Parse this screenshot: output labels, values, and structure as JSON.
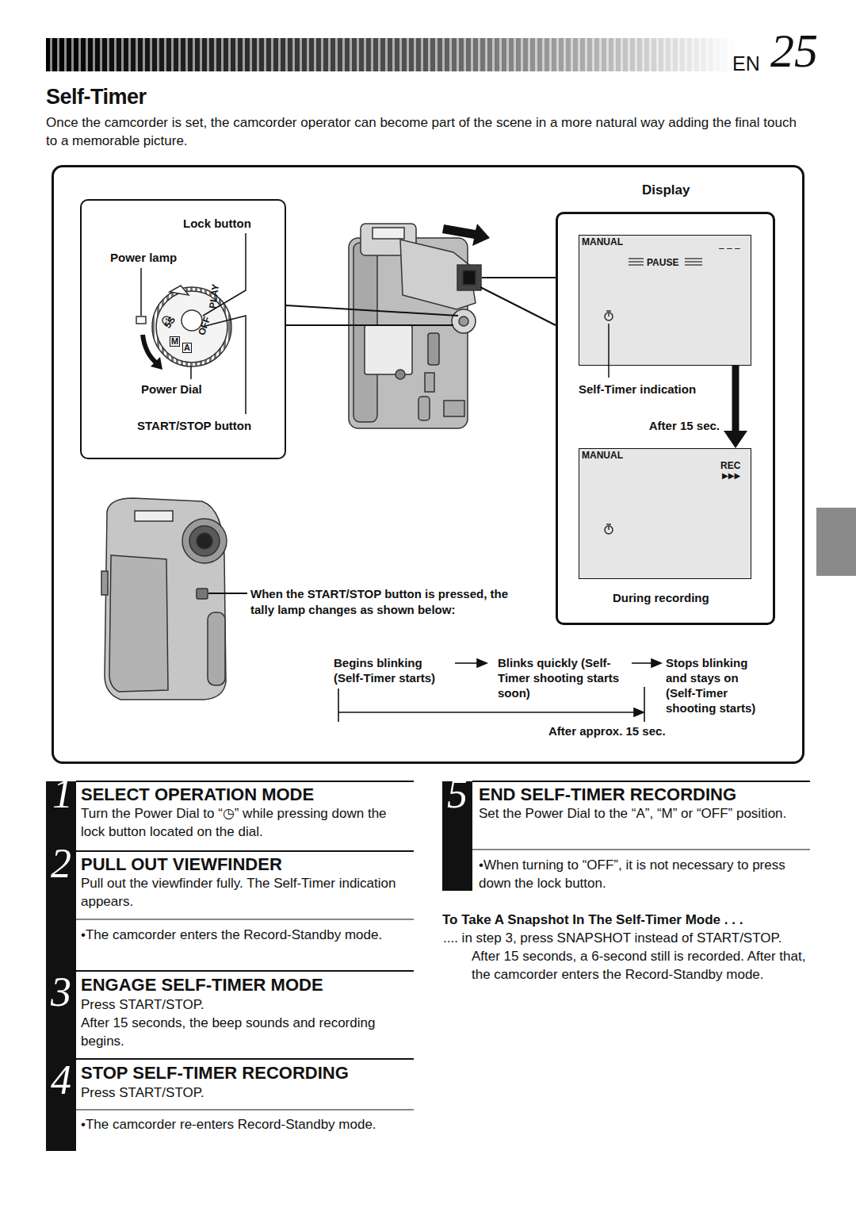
{
  "diagram": {
    "title": "Self-Timer",
    "nodes": [
      {
        "text": []
      },
      {
        "text": [
          "Lock button",
          "Power lamp",
          "Power Dial",
          "START/STOP button"
        ],
        "in": 0
      },
      {
        "text": [
          "Display"
        ],
        "in": 0
      },
      {
        "text": [
          "MANUAL",
          "PAUSE",
          "– – –"
        ],
        "in": 2
      },
      {
        "text": [
          "MANUAL",
          "REC",
          "▶▶▶"
        ],
        "in": 2
      }
    ],
    "edges": [
      {
        "from": 3,
        "to": 4,
        "arrow": "to",
        "label": "After 15 sec."
      }
    ],
    "labels": [
      "EN",
      "25",
      "Once the camcorder is set, the camcorder operator can become part of the scene in a more natural way adding the final touch to a memorable picture.",
      "5S",
      "M",
      "A",
      "OFF",
      "PLAY",
      "Self-Timer indication",
      "During recording",
      "When the START/STOP button is pressed, the tally lamp changes as shown below:",
      "Begins blinking (Self-Timer starts)",
      "Blinks quickly (Self-Timer shooting starts soon)",
      "Stops blinking and stays on (Self-Timer shooting starts)",
      "After approx. 15 sec.",
      "1",
      "SELECT OPERATION MODE",
      "Turn the Power Dial to “◷” while pressing down the lock button located on the dial.",
      "2",
      "PULL OUT VIEWFINDER",
      "Pull out the viewfinder fully. The Self-Timer indication appears.",
      "•The camcorder enters the Record-Standby mode.",
      "3",
      "ENGAGE SELF-TIMER MODE",
      "Press START/STOP.",
      "After 15 seconds, the beep sounds and recording begins.",
      "4",
      "STOP SELF-TIMER RECORDING",
      "Press START/STOP.",
      "•The camcorder re-enters Record-Standby mode.",
      "5",
      "END SELF-TIMER RECORDING",
      "Set the Power Dial to the “A”, “M” or “OFF” position.",
      "•When turning to “OFF”, it is not necessary to press down the lock button.",
      "To Take A Snapshot In The Self-Timer Mode . . .",
      ".... in step 3, press SNAPSHOT instead of START/STOP. After 15 seconds, a 6-second still is recorded. After that, the camcorder enters the Record-Standby mode."
    ]
  }
}
